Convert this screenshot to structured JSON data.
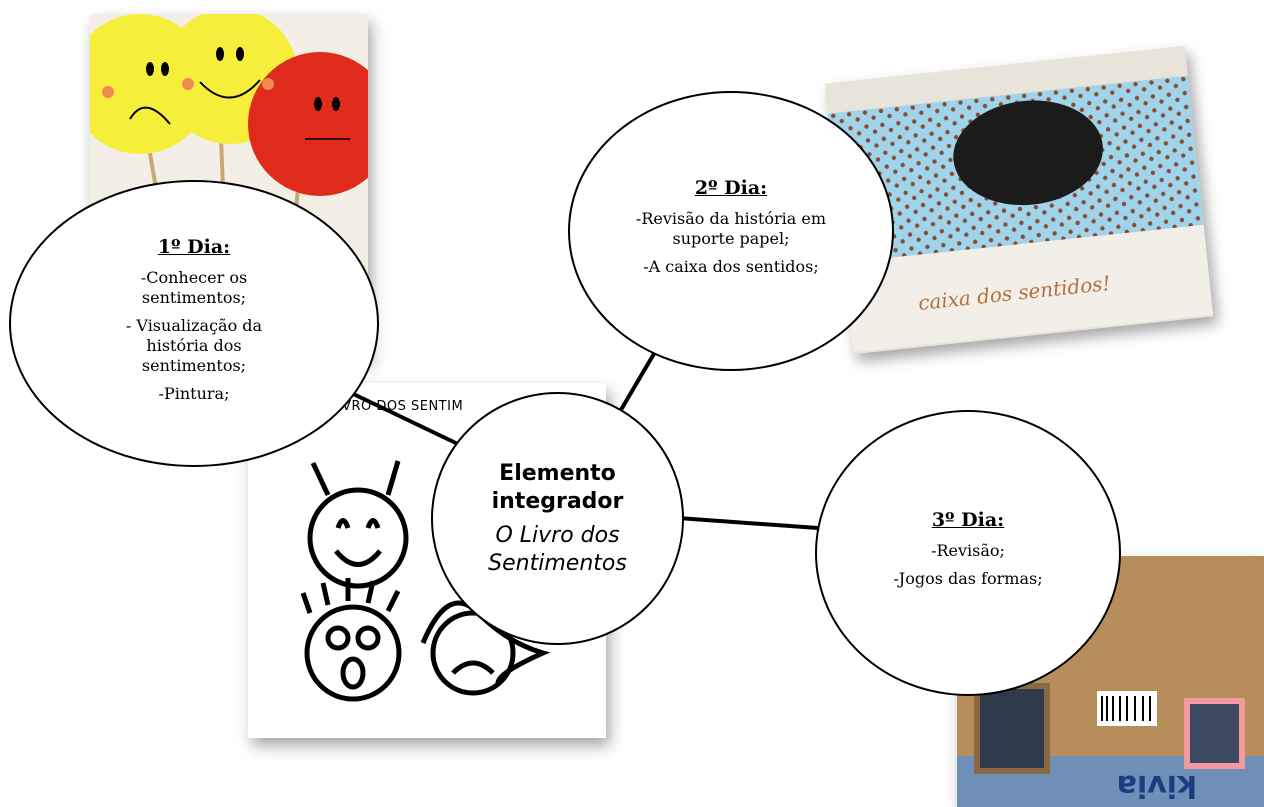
{
  "center": {
    "title": "Elemento integrador",
    "subtitle": "O Livro dos Sentimentos"
  },
  "days": [
    {
      "title": "1º Dia:",
      "items": [
        "-Conhecer os sentimentos;",
        "- Visualização da história dos sentimentos;",
        "-Pintura;"
      ]
    },
    {
      "title": "2º Dia:",
      "items": [
        "-Revisão da história em suporte papel;",
        "-A caixa dos sentidos;"
      ]
    },
    {
      "title": "3º Dia:",
      "items": [
        "-Revisão;",
        "-Jogos das formas;"
      ]
    }
  ],
  "photos": {
    "box_text": "caixa dos sentidos!",
    "book_text": "LIVRO DOS SENTIM",
    "cardbox_text": "kivia"
  }
}
